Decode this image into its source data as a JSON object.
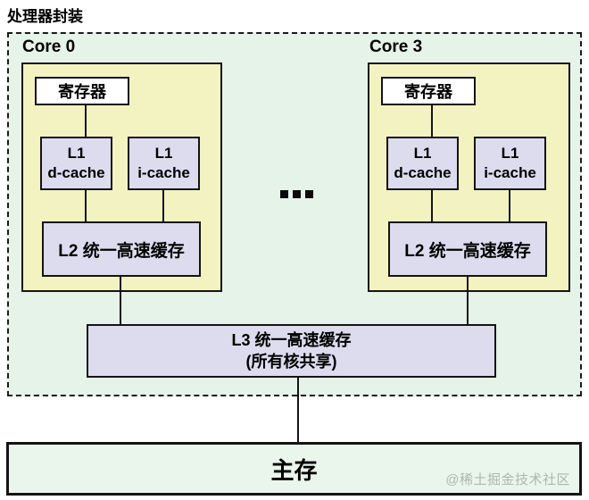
{
  "page": {
    "title": "处理器封装"
  },
  "package": {
    "ellipsis": "...",
    "cores": [
      {
        "label": "Core 0",
        "registers": "寄存器",
        "l1_dcache": "L1\nd-cache",
        "l1_icache": "L1\ni-cache",
        "l2": "L2 统一高速缓存"
      },
      {
        "label": "Core 3",
        "registers": "寄存器",
        "l1_dcache": "L1\nd-cache",
        "l1_icache": "L1\ni-cache",
        "l2": "L2 统一高速缓存"
      }
    ],
    "l3": "L3 统一高速缓存\n(所有核共享)"
  },
  "main_memory": {
    "label": "主存"
  },
  "watermark": "@稀土掘金技术社区",
  "colors": {
    "package_fill": "#e6f3e8",
    "core_fill": "#f3f3c1",
    "cache_fill": "#dcdcee",
    "register_fill": "#ffffff",
    "memory_fill": "#eaf5eb",
    "border": "#141414",
    "watermark_text": "#8a968c"
  }
}
